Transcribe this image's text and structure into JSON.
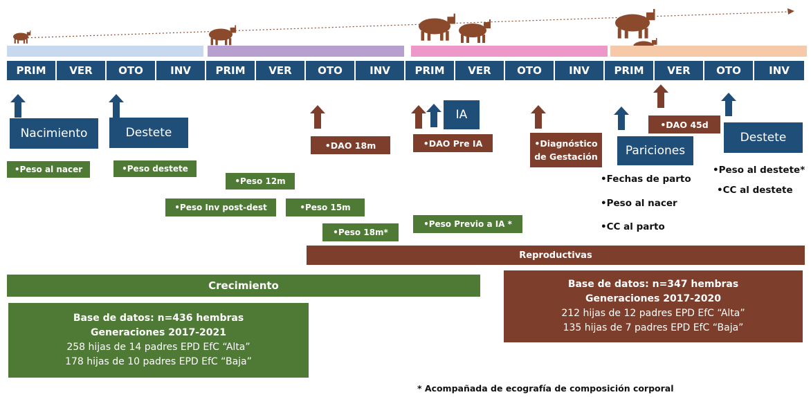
{
  "colors": {
    "navy": "#1f4e79",
    "green": "#4f7a35",
    "brown": "#7d3e2c",
    "band_blue": "#c6d9ee",
    "band_purple": "#b7a0cf",
    "band_pink": "#ee97c9",
    "band_peach": "#f6c9a8"
  },
  "icons": {
    "cow": "cow-silhouette-icon",
    "arrow_blue": "up-arrow-blue-icon",
    "arrow_brown": "up-arrow-brown-icon"
  },
  "seasons": [
    "PRIM",
    "VER",
    "OTO",
    "INV",
    "PRIM",
    "VER",
    "OTO",
    "INV",
    "PRIM",
    "VER",
    "OTO",
    "INV",
    "PRIM",
    "VER",
    "OTO",
    "INV"
  ],
  "events": {
    "nacimiento": "Nacimiento",
    "destete1": "Destete",
    "ia": "IA",
    "pariciones": "Pariciones",
    "destete2": "Destete"
  },
  "measures": {
    "peso_nacer": "•Peso al nacer",
    "peso_destete": "•Peso destete",
    "peso_12m": "•Peso 12m",
    "peso_inv": "•Peso Inv post-dest",
    "peso_15m": "•Peso 15m",
    "peso_18m": "•Peso 18m*",
    "peso_previo": "•Peso Previo a IA *",
    "dao_18m": "•DAO 18m",
    "dao_pre_ia": "•DAO Pre IA",
    "diag_1": "•Diagnóstico",
    "diag_2": "de Gestación",
    "dao_45d": "•DAO 45d"
  },
  "parto_items": [
    "•Fechas de parto",
    "•Peso al nacer",
    "•CC al parto"
  ],
  "destete_items": [
    "•Peso al destete*",
    "•CC al destete"
  ],
  "bars": {
    "reproductivas": "Reproductivas",
    "crecimiento": "Crecimiento"
  },
  "db_green": {
    "line1": "Base de datos: n=436 hembras",
    "line2": "Generaciones 2017-2021",
    "line3": "258 hijas de 14 padres EPD EfC “Alta”",
    "line4": "178 hijas de 10 padres EPD EfC  “Baja”"
  },
  "db_brown": {
    "line1": "Base de datos: n=347 hembras",
    "line2": "Generaciones 2017-2020",
    "line3": "212 hijas de 12 padres EPD EfC  “Alta”",
    "line4": "135 hijas de 7 padres EPD EfC “Baja”"
  },
  "footnote": "* Acompañada de ecografía de composición corporal"
}
